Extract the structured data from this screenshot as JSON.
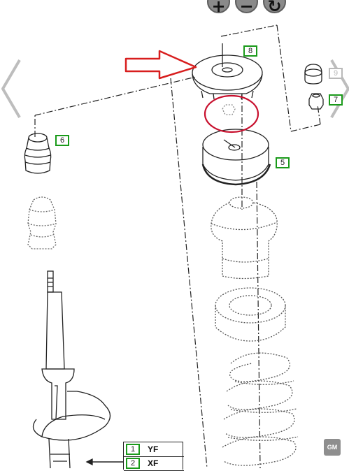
{
  "toolbar": {
    "zoom_in_glyph": "+",
    "zoom_out_glyph": "−",
    "reset_glyph": "↻"
  },
  "navigation": {
    "prev_icon": "chevron-left-icon",
    "next_icon": "chevron-right-icon"
  },
  "callouts": [
    {
      "id": "part-8",
      "label": "8",
      "active": true
    },
    {
      "id": "part-9",
      "label": "9",
      "active": false
    },
    {
      "id": "part-7",
      "label": "7",
      "active": true
    },
    {
      "id": "part-6",
      "label": "6",
      "active": true
    },
    {
      "id": "part-5",
      "label": "5",
      "active": true
    }
  ],
  "legend": [
    {
      "number": "1",
      "code": "YF"
    },
    {
      "number": "2",
      "code": "XF"
    }
  ],
  "logo_text": "GM",
  "colors": {
    "callout_border": "#1a9a1a",
    "callout_muted": "#b9b9b9",
    "highlight_arrow": "#d81e1e",
    "highlight_circle": "#c8102e",
    "linework": "#222222",
    "button_fill": "#8a8a8a"
  }
}
